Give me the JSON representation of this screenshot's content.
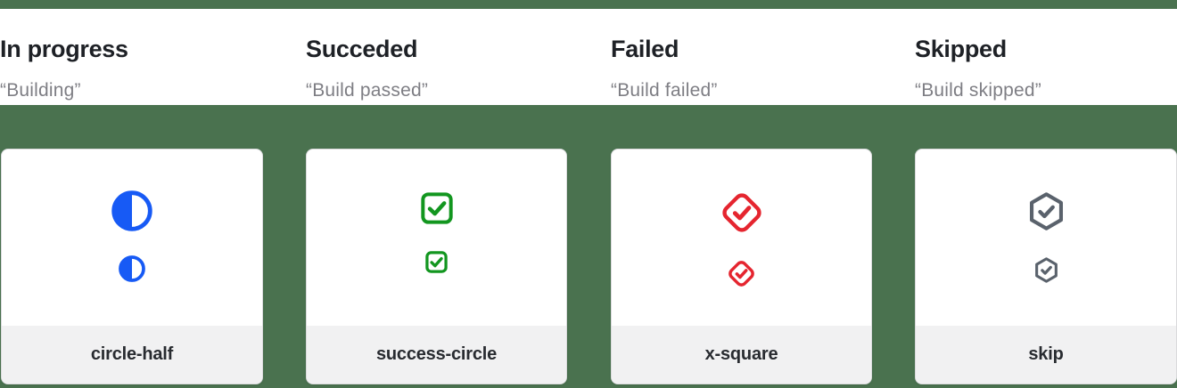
{
  "page": {
    "top_strip_color": "#4a724f",
    "section_background_color": "#4a724f",
    "card_background_color": "#ffffff",
    "card_footer_color": "#f1f1f2"
  },
  "columns": [
    {
      "title": "In progress",
      "subtitle": "“Building”",
      "icon": "circle-half-icon",
      "icon_color": "#175af5",
      "label": "circle-half"
    },
    {
      "title": "Succeded",
      "subtitle": "“Build passed”",
      "icon": "check-square-icon",
      "icon_color": "#12961f",
      "label": "success-circle"
    },
    {
      "title": "Failed",
      "subtitle": "“Build failed”",
      "icon": "diamond-check-icon",
      "icon_color": "#e5252f",
      "label": "x-square"
    },
    {
      "title": "Skipped",
      "subtitle": "“Build skipped”",
      "icon": "hexagon-check-icon",
      "icon_color": "#5a626c",
      "label": "skip"
    }
  ]
}
